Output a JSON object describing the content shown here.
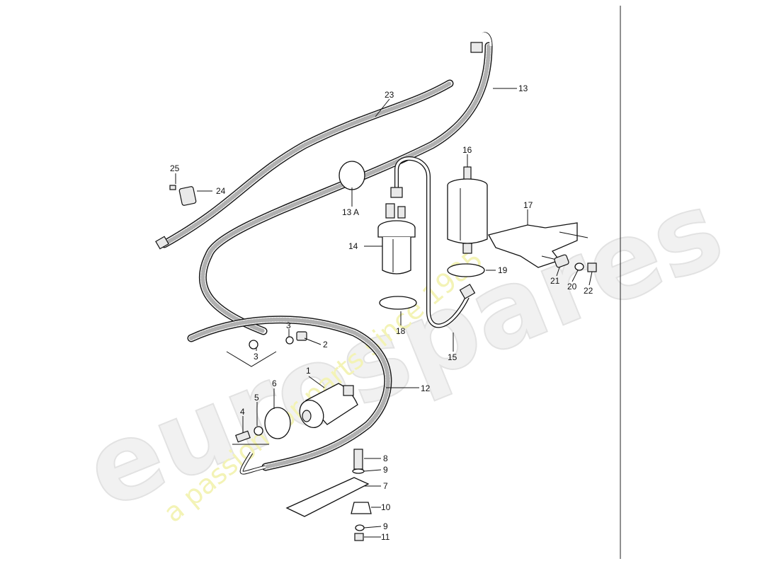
{
  "watermark": {
    "brand": "eurospares",
    "tagline": "a passion for parts since 1985"
  },
  "callouts": {
    "c1": "1",
    "c2": "2",
    "c3a": "3",
    "c3b": "3",
    "c4": "4",
    "c5": "5",
    "c6": "6",
    "c7": "7",
    "c8": "8",
    "c9a": "9",
    "c9b": "9",
    "c10": "10",
    "c11": "11",
    "c12": "12",
    "c13": "13",
    "c13a": "13 A",
    "c14": "14",
    "c15": "15",
    "c16": "16",
    "c17": "17",
    "c18": "18",
    "c19": "19",
    "c20": "20",
    "c21": "21",
    "c22": "22",
    "c23": "23",
    "c24": "24",
    "c25": "25"
  }
}
